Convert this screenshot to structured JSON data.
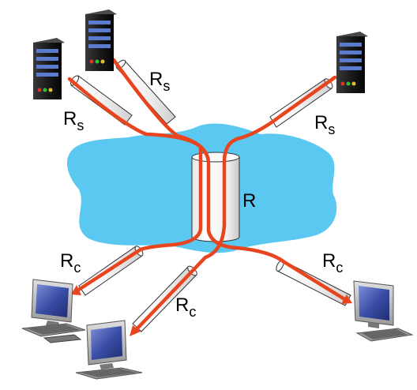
{
  "diagram": {
    "labels": {
      "bottleneck": "R",
      "server_link_1": {
        "main": "R",
        "sub": "s"
      },
      "server_link_2": {
        "main": "R",
        "sub": "s"
      },
      "server_link_3": {
        "main": "R",
        "sub": "s"
      },
      "client_link_1": {
        "main": "R",
        "sub": "c"
      },
      "client_link_2": {
        "main": "R",
        "sub": "c"
      },
      "client_link_3": {
        "main": "R",
        "sub": "c"
      }
    },
    "colors": {
      "network_cloud": "#5ac8f0",
      "data_flow": "#e8451e",
      "server_body": "#1c1c1c",
      "monitor_screen": "#3b4fa8"
    },
    "icons": [
      "server-icon",
      "server-icon",
      "server-icon",
      "desktop-computer-icon",
      "desktop-computer-icon",
      "desktop-computer-icon"
    ]
  }
}
